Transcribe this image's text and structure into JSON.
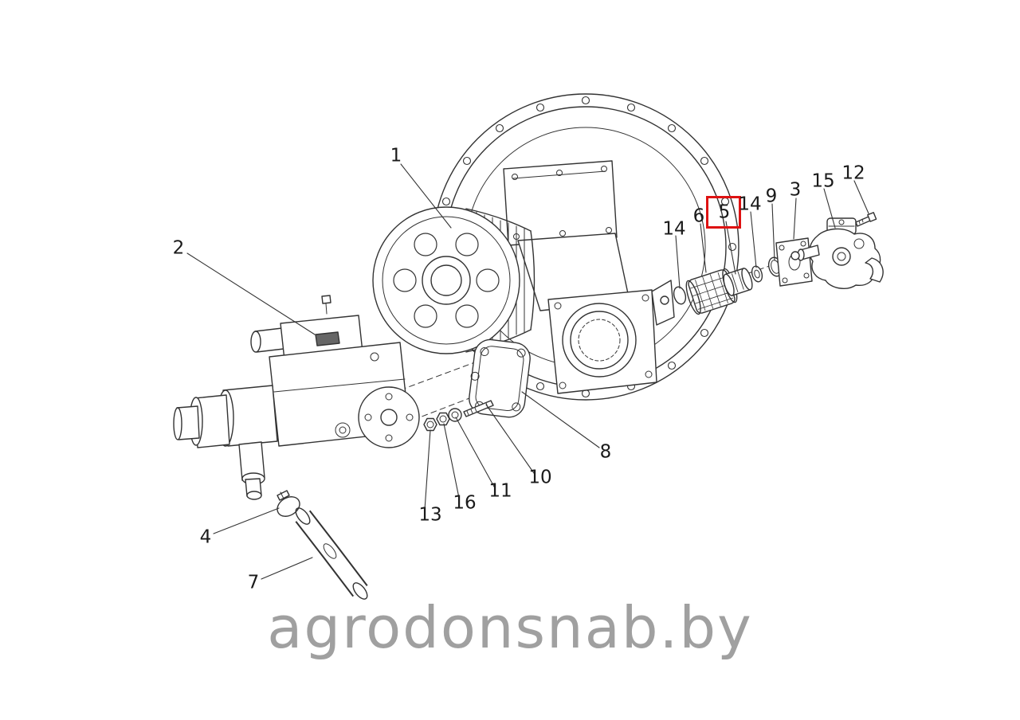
{
  "diagram": {
    "type": "exploded-parts-diagram",
    "watermark": "agrodonsnab.by",
    "colors": {
      "line": "#333333",
      "highlight": "#de1212",
      "watermark": "#a0a0a0"
    },
    "highlighted_part": "5",
    "labels": [
      {
        "text": "1"
      },
      {
        "text": "2"
      },
      {
        "text": "14"
      },
      {
        "text": "6"
      },
      {
        "text": "5"
      },
      {
        "text": "14"
      },
      {
        "text": "9"
      },
      {
        "text": "3"
      },
      {
        "text": "15"
      },
      {
        "text": "12"
      },
      {
        "text": "8"
      },
      {
        "text": "10"
      },
      {
        "text": "11"
      },
      {
        "text": "16"
      },
      {
        "text": "13"
      },
      {
        "text": "4"
      },
      {
        "text": "7"
      }
    ]
  }
}
